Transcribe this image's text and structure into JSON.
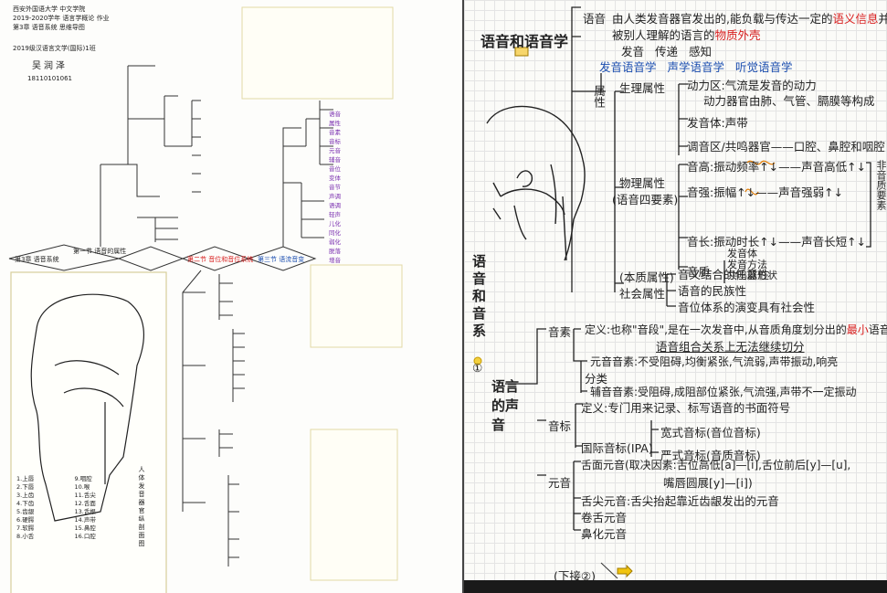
{
  "left": {
    "header": {
      "line1": "西安外国语大学 中文学院",
      "line2": "2019-2020学年 语言学概论 作业",
      "line3": "第3章 语音系统 思维导图",
      "line4": "2019级汉语言文学(国际)1班",
      "name": "吴润泽",
      "student_id": "18110101061"
    },
    "main_chain": {
      "node1": "第3章 语音系统",
      "node2": "第一节 语音的属性",
      "node3": "第二节 音位和音位系统",
      "node4": "第三节 语流音变"
    },
    "notes_vertical": "人体发音器官纵剖面图",
    "organ_legend": [
      "1.上唇",
      "2.下唇",
      "3.上齿",
      "4.下齿",
      "5.齿龈",
      "6.硬腭",
      "7.软腭",
      "8.小舌",
      "9.咽腔",
      "10.喉",
      "11.舌尖",
      "12.舌面",
      "13.舌根",
      "14.声带",
      "15.鼻腔",
      "16.口腔"
    ],
    "small_labels": [
      "语音",
      "属性",
      "音素",
      "音标",
      "元音",
      "辅音",
      "音位",
      "变体",
      "音节",
      "声调",
      "语调",
      "轻声",
      "儿化",
      "同化",
      "弱化",
      "脱落",
      "增音"
    ]
  },
  "right": {
    "root": "语音和语音学",
    "speech_def_label": "语音",
    "speech_def": "由人类发音器官发出的,能负载与传达一定的",
    "speech_def_red": "语义信息",
    "speech_def_end": "并能",
    "speech_def2": "被别人理解的语言的",
    "speech_def2_red": "物质外壳",
    "process": [
      "发音",
      "传递",
      "感知"
    ],
    "branches": [
      "发音语音学",
      "声学语音学",
      "听觉语音学"
    ],
    "attribute": "属性",
    "physio": "生理属性",
    "power_zone": "动力区:气流是发音的动力",
    "power_zone2": "动力器官由肺、气管、膈膜等构成",
    "voice_body": "发音体:声带",
    "resonance": "调音区/共鸣器官——口腔、鼻腔和咽腔",
    "physical": "物理属性",
    "physical2": "(语音四要素)",
    "pitch": "音高:振动频率↑↓——声音高低↑↓",
    "intensity": "音强:振幅↑↓——声音强弱↑↓",
    "length": "音长:振动时长↑↓——声音长短↑↓",
    "quality": "音质",
    "quality_items": [
      "发音体",
      "发音方法",
      "共鸣器形状"
    ],
    "nonquality": "非音质要素",
    "social1": "(本质属性)",
    "social2": "社会属性",
    "social_items": [
      "音义结合的任意性",
      "语音的民族性",
      "音位体系的演变具有社会性"
    ],
    "side_title": "语音和音系",
    "side_num": "①",
    "lang_sound": "语言的声音",
    "phoneme": "音素",
    "phoneme_def": "定义:也称\"音段\",是在一次发音中,从音质角度划分出的",
    "phoneme_def_red": "最小",
    "phoneme_def_end": "语音单位",
    "phoneme_def2": "语音组合关系上无法继续切分",
    "classify": "分类",
    "vowel_def": "元音音素:不受阻碍,均衡紧张,气流弱,声带振动,响亮",
    "consonant_def": "辅音音素:受阻碍,成阻部位紧张,气流强,声带不一定振动",
    "ipa": "音标",
    "ipa_def": "定义:专门用来记录、标写语音的书面符号",
    "ipa_intl": "国际音标(IPA)",
    "wide": "宽式音标(音位音标)",
    "narrow": "严式音标(音质音标)",
    "vowels": "元音",
    "tongue_front": "舌面元音(取决因素:舌位高低[a]—[i],舌位前后[y]—[u],",
    "lip_round": "嘴唇圆展[y]—[i])",
    "tongue_tip": "舌尖元音:舌尖抬起靠近齿龈发出的元音",
    "retroflex": "卷舌元音",
    "nasal": "鼻化元音",
    "footer": "(下接②)"
  }
}
